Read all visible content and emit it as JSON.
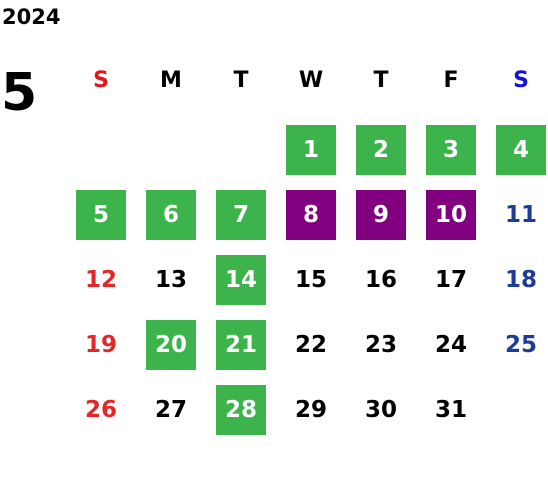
{
  "calendar": {
    "year": "2024",
    "month": "5",
    "weekdays": [
      "S",
      "M",
      "T",
      "W",
      "T",
      "F",
      "S"
    ],
    "colors": {
      "green": "#3cb44b",
      "purple": "#800080",
      "sunday_header": "#e0141c",
      "saturday_header": "#1414d0",
      "sunday_day": "#e02828",
      "saturday_day": "#1e3c96",
      "weekday_day": "#000000"
    },
    "days": [
      {
        "label": "1",
        "highlight": "green"
      },
      {
        "label": "2",
        "highlight": "green"
      },
      {
        "label": "3",
        "highlight": "green"
      },
      {
        "label": "4",
        "highlight": "green"
      },
      {
        "label": "5",
        "highlight": "green"
      },
      {
        "label": "6",
        "highlight": "green"
      },
      {
        "label": "7",
        "highlight": "green"
      },
      {
        "label": "8",
        "highlight": "purple"
      },
      {
        "label": "9",
        "highlight": "purple"
      },
      {
        "label": "10",
        "highlight": "purple"
      },
      {
        "label": "11",
        "highlight": "none"
      },
      {
        "label": "12",
        "highlight": "none"
      },
      {
        "label": "13",
        "highlight": "none"
      },
      {
        "label": "14",
        "highlight": "green"
      },
      {
        "label": "15",
        "highlight": "none"
      },
      {
        "label": "16",
        "highlight": "none"
      },
      {
        "label": "17",
        "highlight": "none"
      },
      {
        "label": "18",
        "highlight": "none"
      },
      {
        "label": "19",
        "highlight": "none"
      },
      {
        "label": "20",
        "highlight": "green"
      },
      {
        "label": "21",
        "highlight": "green"
      },
      {
        "label": "22",
        "highlight": "none"
      },
      {
        "label": "23",
        "highlight": "none"
      },
      {
        "label": "24",
        "highlight": "none"
      },
      {
        "label": "25",
        "highlight": "none"
      },
      {
        "label": "26",
        "highlight": "none"
      },
      {
        "label": "27",
        "highlight": "none"
      },
      {
        "label": "28",
        "highlight": "green"
      },
      {
        "label": "29",
        "highlight": "none"
      },
      {
        "label": "30",
        "highlight": "none"
      },
      {
        "label": "31",
        "highlight": "none"
      }
    ]
  }
}
